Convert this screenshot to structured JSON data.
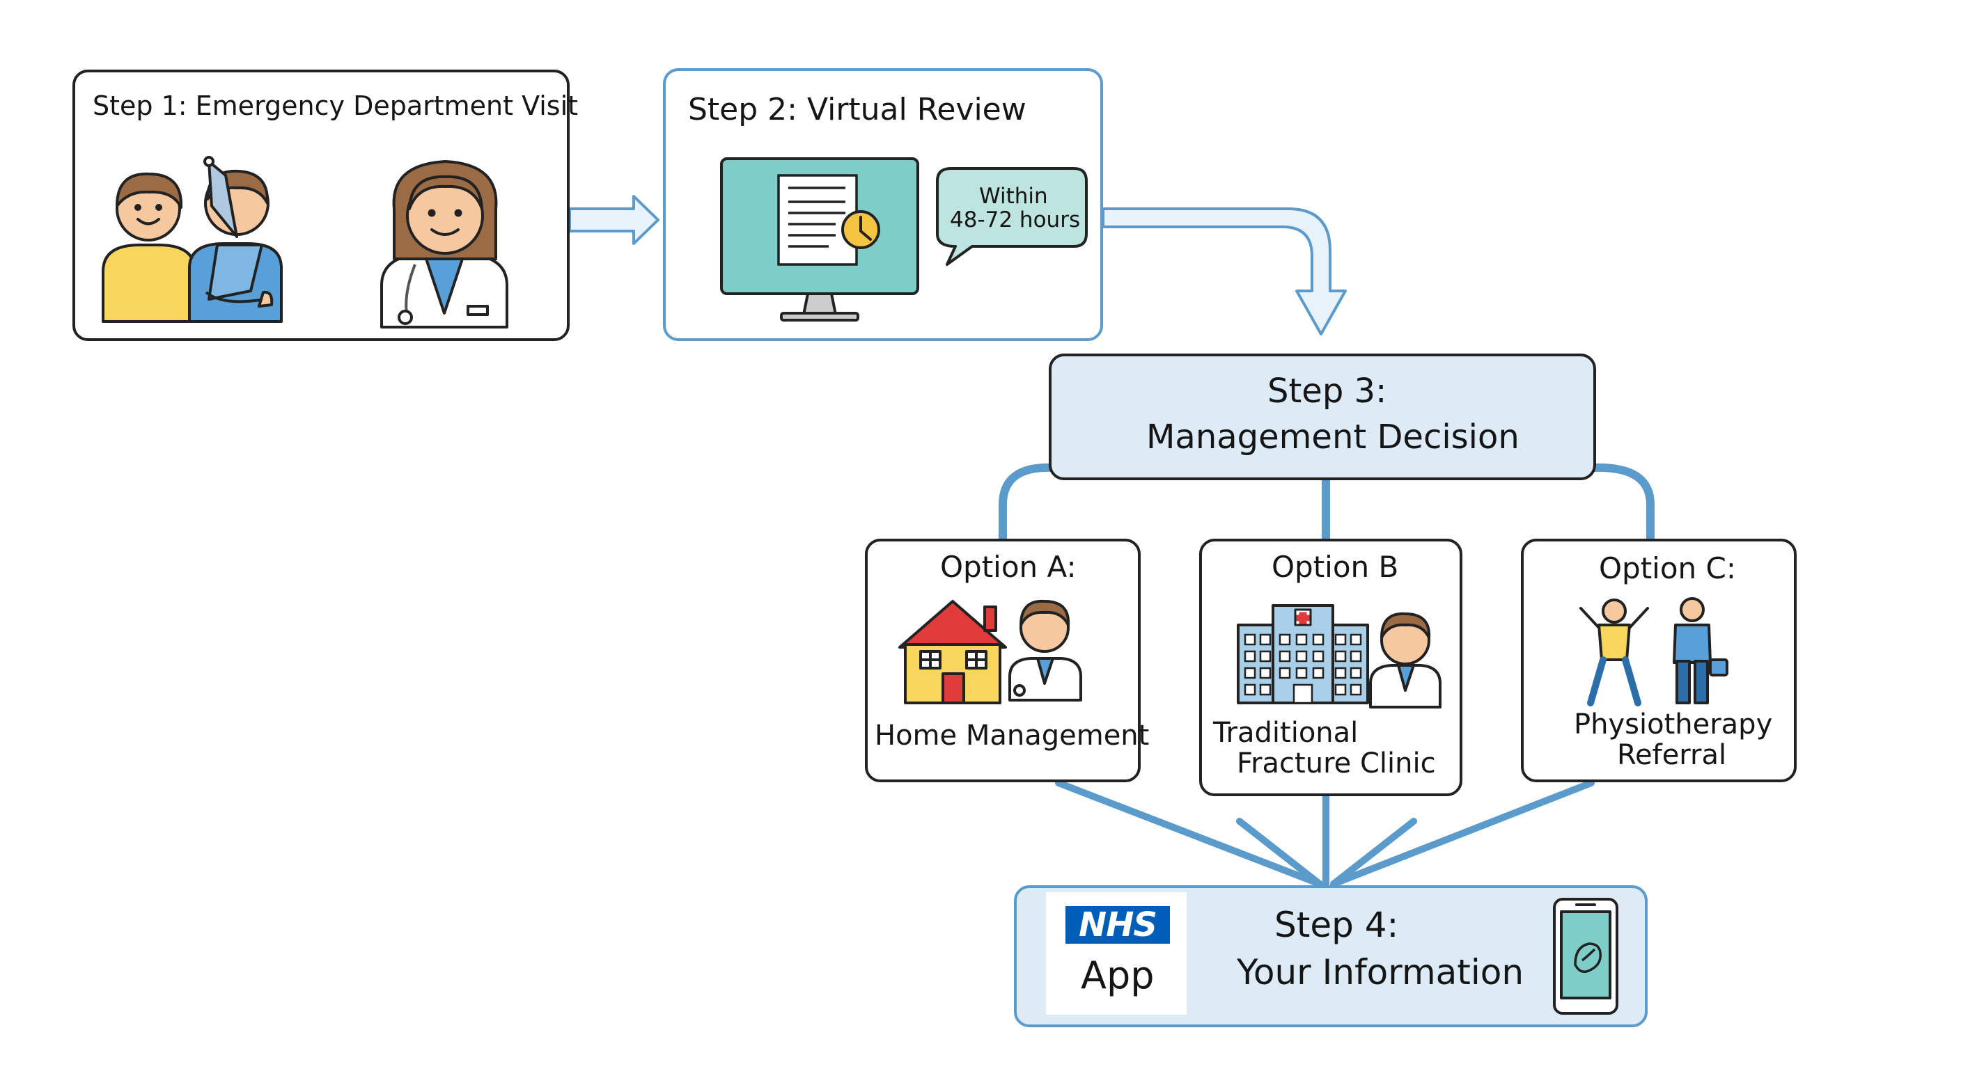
{
  "step1": {
    "title": "Step 1: Emergency Department Visit"
  },
  "step2": {
    "title": "Step 2: Virtual Review",
    "bubble_line1": "Within",
    "bubble_line2": "48-72 hours"
  },
  "step3": {
    "title_line1": "Step 3:",
    "title_line2": "Management Decision"
  },
  "options": [
    {
      "label": "Option A:",
      "caption_line1": "Home Management",
      "caption_line2": ""
    },
    {
      "label": "Option B",
      "caption_line1": "Traditional",
      "caption_line2": "Fracture Clinic"
    },
    {
      "label": "Option C:",
      "caption_line1": "Physiotherapy",
      "caption_line2": "Referral"
    }
  ],
  "step4": {
    "nhs_logo": "NHS",
    "app_label": "App",
    "title_line1": "Step 4:",
    "title_line2": "Your Information"
  },
  "colors": {
    "accent_blue": "#5b9bcc",
    "light_blue_fill": "#dcebf5",
    "teal_screen": "#7ecdc7",
    "nhs_blue": "#005eb8"
  }
}
